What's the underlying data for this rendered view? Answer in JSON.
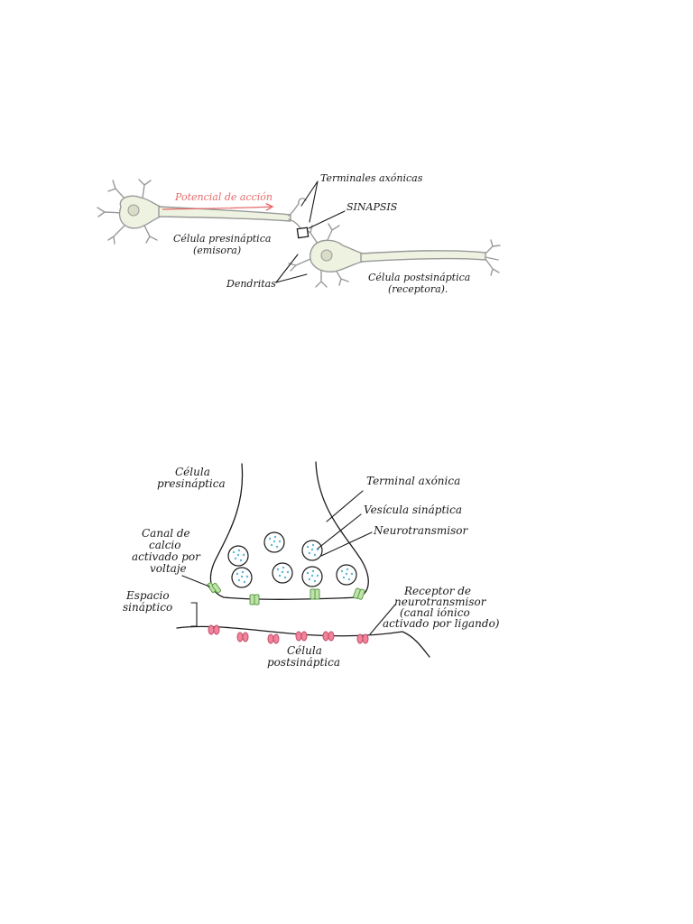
{
  "colors": {
    "action_potential": "#e66a6a",
    "neuron_body": "#eef2e0",
    "neuron_outline": "#9a9a9a",
    "calcium_channel": "#bfe3a8",
    "receptor": "#f2839b",
    "neurotransmitter": "#5bb7d9"
  },
  "top_diagram": {
    "action_potential": "Potencial de acción",
    "axon_terminals": "Terminales axónicas",
    "synapse": "SINAPSIS",
    "presynaptic_line1": "Célula presináptica",
    "presynaptic_line2": "(emisora)",
    "dendrites": "Dendritas",
    "postsynaptic_line1": "Célula postsináptica",
    "postsynaptic_line2": "(receptora)."
  },
  "bottom_diagram": {
    "presynaptic_line1": "Célula",
    "presynaptic_line2": "presináptica",
    "axon_terminal": "Terminal axónica",
    "synaptic_vesicle": "Vesícula sináptica",
    "neurotransmitter": "Neurotransmisor",
    "calcium_channel_line1": "Canal de",
    "calcium_channel_line2": "calcio",
    "calcium_channel_line3": "activado por",
    "calcium_channel_line4": "voltaje",
    "synaptic_cleft_line1": "Espacio",
    "synaptic_cleft_line2": "sináptico",
    "receptor_line1": "Receptor de",
    "receptor_line2": "neurotransmisor",
    "receptor_line3": "(canal iónico",
    "receptor_line4": "activado por ligando)",
    "postsynaptic_line1": "Célula",
    "postsynaptic_line2": "postsináptica"
  }
}
